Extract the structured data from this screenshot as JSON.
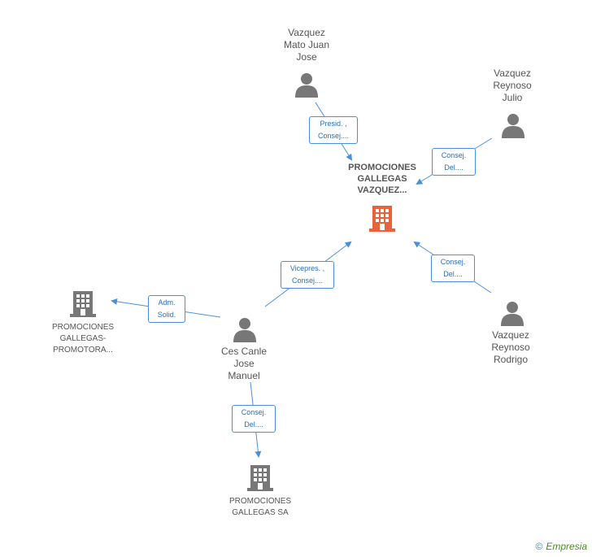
{
  "main_company": {
    "label": "PROMOCIONES\nGALLEGAS\nVAZQUEZ...",
    "color": "#e8623a"
  },
  "persons": [
    {
      "id": "mato",
      "label": "Vazquez\nMato Juan\nJose"
    },
    {
      "id": "julio",
      "label": "Vazquez\nReynoso\nJulio"
    },
    {
      "id": "rodrigo",
      "label": "Vazquez\nReynoso\nRodrigo"
    },
    {
      "id": "ces",
      "label": "Ces Canle\nJose\nManuel"
    }
  ],
  "companies": [
    {
      "id": "promotora",
      "label": "PROMOCIONES\nGALLEGAS-\nPROMOTORA..."
    },
    {
      "id": "gallegas_sa",
      "label": "PROMOCIONES\nGALLEGAS SA"
    }
  ],
  "roles": [
    {
      "id": "r1",
      "label": "Presid. ,\nConsej...."
    },
    {
      "id": "r2",
      "label": "Consej.\nDel...."
    },
    {
      "id": "r3",
      "label": "Consej.\nDel...."
    },
    {
      "id": "r4",
      "label": "Vicepres. ,\nConsej...."
    },
    {
      "id": "r5",
      "label": "Adm.\nSolid."
    },
    {
      "id": "r6",
      "label": "Consej.\nDel...."
    }
  ],
  "brand": {
    "copyright": "©",
    "name": "Empresia"
  },
  "colors": {
    "edge": "#4a90d9",
    "person_icon": "#777777",
    "company_icon": "#777777"
  }
}
